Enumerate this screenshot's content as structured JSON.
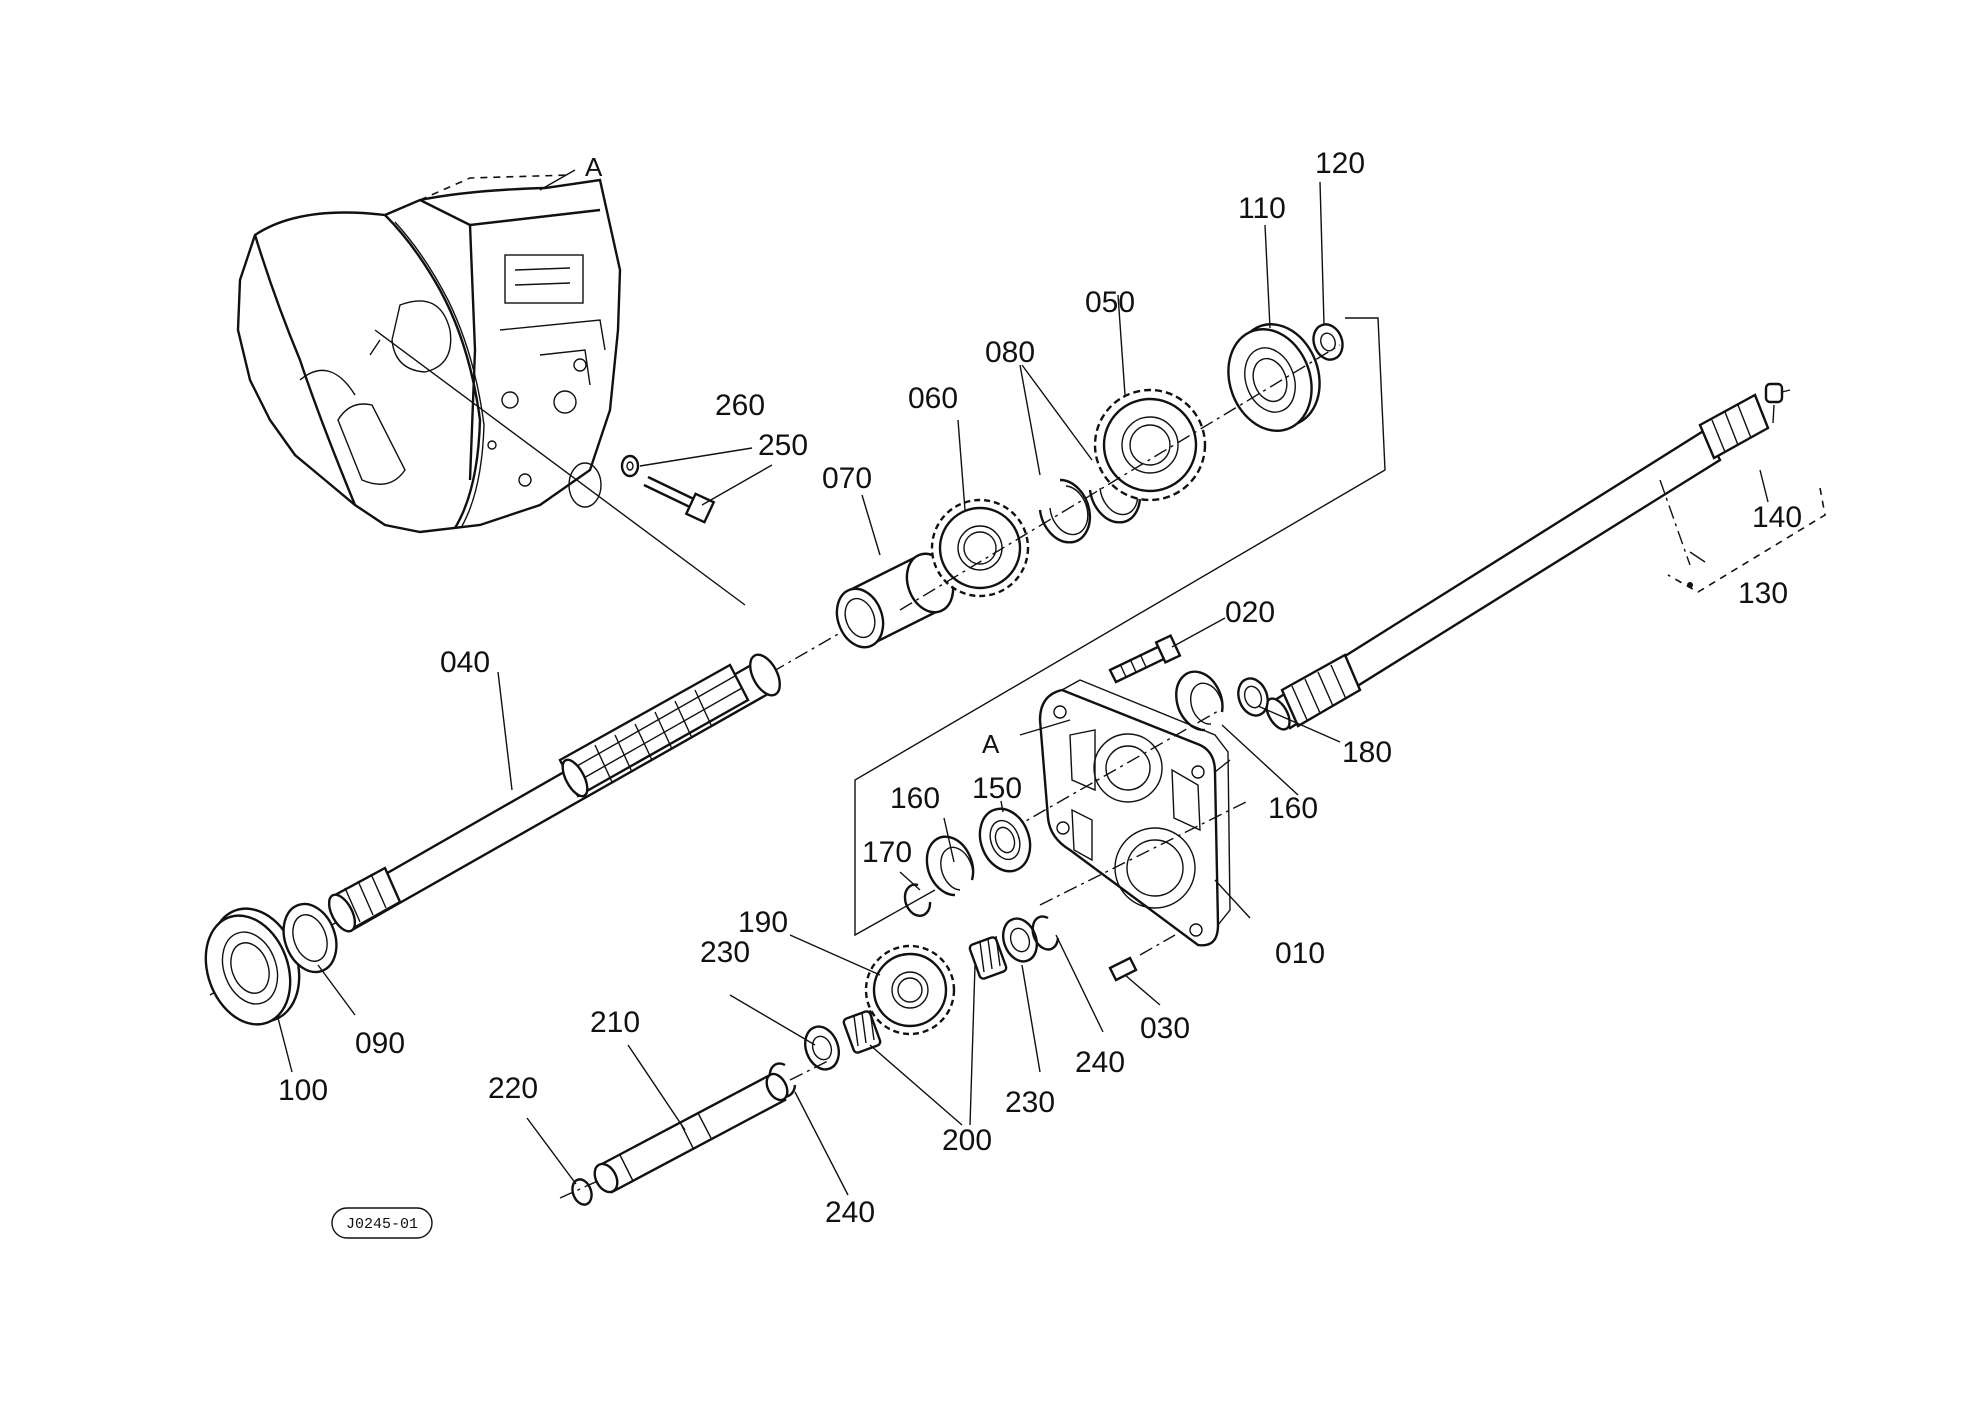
{
  "diagram": {
    "reference_markers": [
      {
        "key": "ref_a_top",
        "text": "A"
      },
      {
        "key": "ref_a_plate",
        "text": "A"
      }
    ],
    "drawing_code": "J0245-01",
    "part_labels": [
      {
        "key": "p010",
        "text": "010"
      },
      {
        "key": "p020",
        "text": "020"
      },
      {
        "key": "p030",
        "text": "030"
      },
      {
        "key": "p040",
        "text": "040"
      },
      {
        "key": "p050",
        "text": "050"
      },
      {
        "key": "p060",
        "text": "060"
      },
      {
        "key": "p070",
        "text": "070"
      },
      {
        "key": "p080",
        "text": "080"
      },
      {
        "key": "p090",
        "text": "090"
      },
      {
        "key": "p100",
        "text": "100"
      },
      {
        "key": "p110",
        "text": "110"
      },
      {
        "key": "p120",
        "text": "120"
      },
      {
        "key": "p130",
        "text": "130"
      },
      {
        "key": "p140",
        "text": "140"
      },
      {
        "key": "p150",
        "text": "150"
      },
      {
        "key": "p160a",
        "text": "160"
      },
      {
        "key": "p160b",
        "text": "160"
      },
      {
        "key": "p170",
        "text": "170"
      },
      {
        "key": "p180",
        "text": "180"
      },
      {
        "key": "p190",
        "text": "190"
      },
      {
        "key": "p200",
        "text": "200"
      },
      {
        "key": "p210",
        "text": "210"
      },
      {
        "key": "p220",
        "text": "220"
      },
      {
        "key": "p230a",
        "text": "230"
      },
      {
        "key": "p230b",
        "text": "230"
      },
      {
        "key": "p240a",
        "text": "240"
      },
      {
        "key": "p240b",
        "text": "240"
      },
      {
        "key": "p250",
        "text": "250"
      },
      {
        "key": "p260",
        "text": "260"
      }
    ]
  }
}
